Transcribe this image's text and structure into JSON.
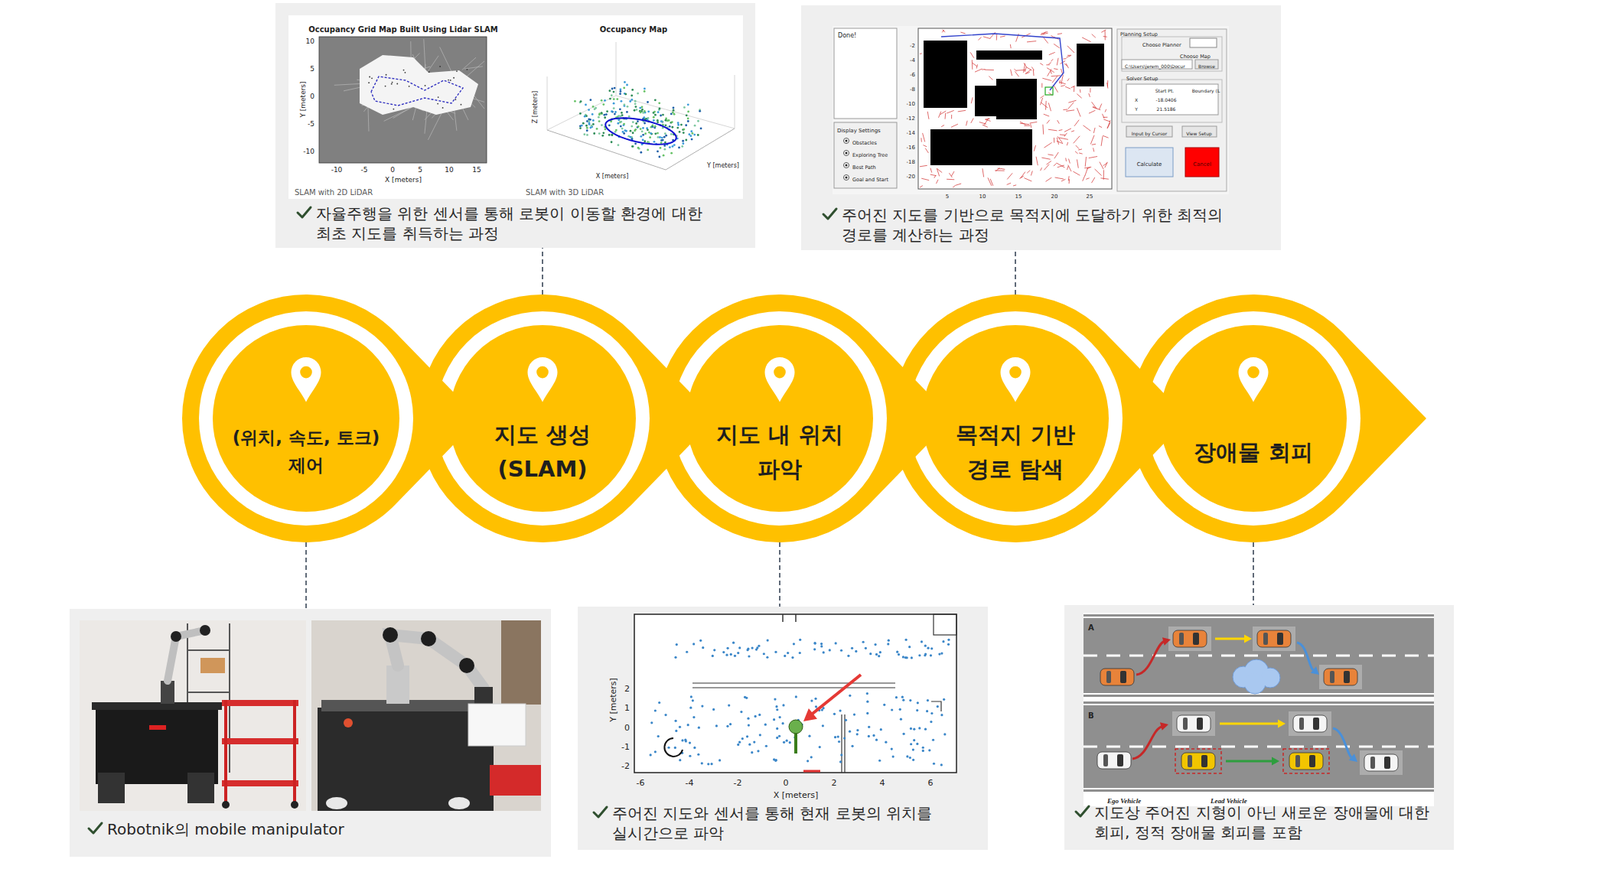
{
  "diagram": {
    "nodes": [
      {
        "text": [
          "자율주행을 위한 센서를 통해 로봇이 이동할 환경에 대한 최초 지도를 취득하는 과정"
        ]
      },
      {
        "text": [
          "주어진 지도를 기반으로 목적지에 도달하기 위한 최적의 경로를 계산하는 과정"
        ]
      },
      {
        "text": [
          "(위치, 속도, 토크) 제어"
        ]
      },
      {
        "text": [
          "지도 생성 (SLAM)"
        ]
      },
      {
        "text": [
          "지도 내 위치 파악"
        ]
      },
      {
        "text": [
          "목적지 기반 경로 탐색"
        ]
      },
      {
        "text": [
          "장애물 회피"
        ]
      },
      {
        "text": [
          "Robotnik의 mobile manipulator"
        ]
      },
      {
        "text": [
          "주어진 지도와 센서를 통해 현재 로봇의 위치를 실시간으로 파악"
        ]
      },
      {
        "text": [
          "지도상 주어진 지형이 아닌 새로운 장애물에 대한 회피, 정적 장애물 회피를 포함"
        ]
      }
    ],
    "edges": [
      {
        "from": 2,
        "to": 7,
        "arrow": "none"
      },
      {
        "from": 3,
        "to": 0,
        "arrow": "none"
      },
      {
        "from": 4,
        "to": 8,
        "arrow": "none"
      },
      {
        "from": 5,
        "to": 1,
        "arrow": "none"
      },
      {
        "from": 6,
        "to": 9,
        "arrow": "none"
      }
    ],
    "labels": [
      "Occupancy Grid Map Built Using Lidar SLAM",
      "10",
      "5",
      "0",
      "-5",
      "-10",
      "-10",
      "-5",
      "0",
      "5",
      "10",
      "15",
      "X [meters]",
      "Y [meters]",
      "SLAM with 2D LiDAR",
      "Occupancy Map",
      "X [meters]",
      "Y [meters]",
      "Z [meters]",
      "SLAM with 3D LiDAR",
      "Done!",
      "Display Settings",
      "Obstacles",
      "Exploring Tree",
      "Best Path",
      "Goal and Start",
      "-2",
      "-4",
      "-6",
      "-8",
      "-10",
      "-12",
      "-14",
      "-16",
      "-18",
      "-20",
      "5",
      "10",
      "15",
      "20",
      "25",
      "Planning Setup",
      "Choose Planner",
      "Choose Map",
      "C:\\Users\\jerem_000\\Docur",
      "Browse",
      "Solver Setup",
      "Start Pt.",
      "Boundary (L",
      "X",
      "Y",
      "-18.0406",
      "21.5186",
      "Input by Cursor",
      "View Setup",
      "Calculate",
      "Cancel",
      "-6",
      "-4",
      "-2",
      "0",
      "2",
      "4",
      "6",
      "X [meters]",
      "2",
      "1",
      "0",
      "-1",
      "-2",
      "Y [meters]",
      "A",
      "B",
      "Ego Vehicle",
      "Lead Vehicle"
    ]
  }
}
